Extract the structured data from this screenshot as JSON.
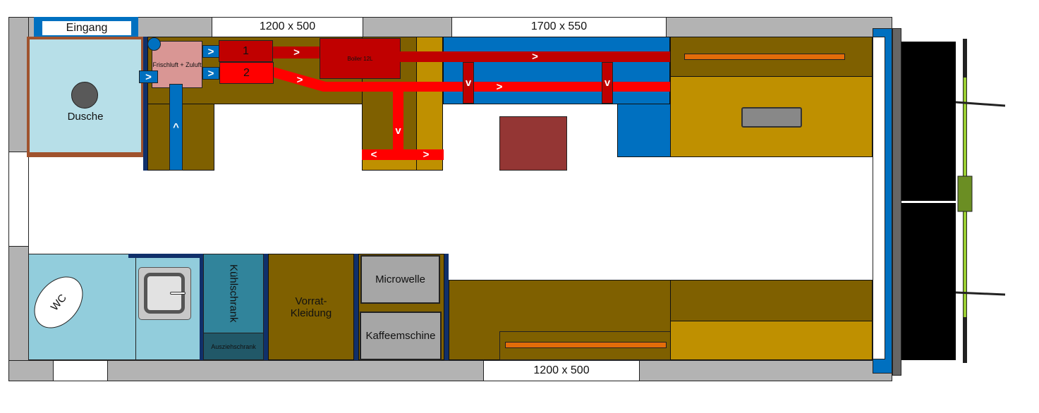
{
  "top": {
    "entrance": "Eingang",
    "window1": "1200 x 500",
    "window2": "1700 x 550"
  },
  "bottom": {
    "window": "1200 x 500"
  },
  "rooms": {
    "shower": "Dusche",
    "fresh_air": "Frischluft + Zuluft",
    "heater1": "1",
    "heater2": "2",
    "boiler": "Boiler 12L",
    "wc": "WC",
    "fridge": "Kühlschrank",
    "pullout": "Ausziehschrank",
    "storage": "Vorrat-Kleidung",
    "microwave": "Microwelle",
    "coffee": "Kaffeemschine"
  },
  "arrows": {
    "right": ">",
    "up": "^",
    "down": "v",
    "left": "<"
  },
  "colors": {
    "wall": "#b3b3b3",
    "cabinet": "#7f6000",
    "counter": "#bf9000",
    "duct_cold": "#0070c0",
    "duct_hot": "#ff0000",
    "duct_hot_dark": "#c00000",
    "bath": "#92cddc"
  }
}
